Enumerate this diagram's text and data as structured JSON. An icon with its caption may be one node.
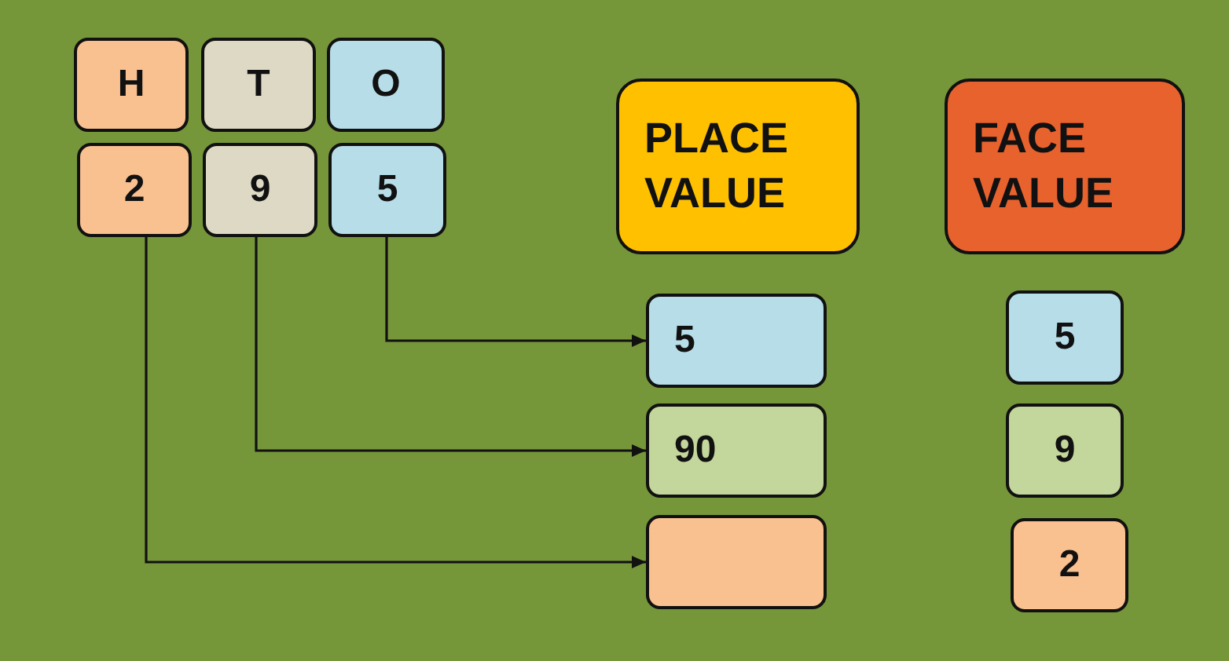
{
  "diagram": {
    "nodes": [
      {
        "text": [
          "H"
        ]
      },
      {
        "text": [
          "T"
        ]
      },
      {
        "text": [
          "O"
        ]
      },
      {
        "text": [
          "2"
        ]
      },
      {
        "text": [
          "9"
        ]
      },
      {
        "text": [
          "5"
        ]
      },
      {
        "text": [
          "PLACE VALUE"
        ]
      },
      {
        "text": [
          "FACE VALUE"
        ]
      },
      {
        "text": [
          "5"
        ]
      },
      {
        "text": [
          "90"
        ]
      },
      {
        "text": [],
        "shape": "box"
      },
      {
        "text": [
          "5"
        ]
      },
      {
        "text": [
          "9"
        ]
      },
      {
        "text": [
          "2"
        ]
      }
    ],
    "edges": [
      {
        "from": 5,
        "to": 8,
        "arrow": "to"
      },
      {
        "from": 4,
        "to": 9,
        "arrow": "to"
      },
      {
        "from": 3,
        "to": 10,
        "arrow": "to"
      }
    ]
  }
}
